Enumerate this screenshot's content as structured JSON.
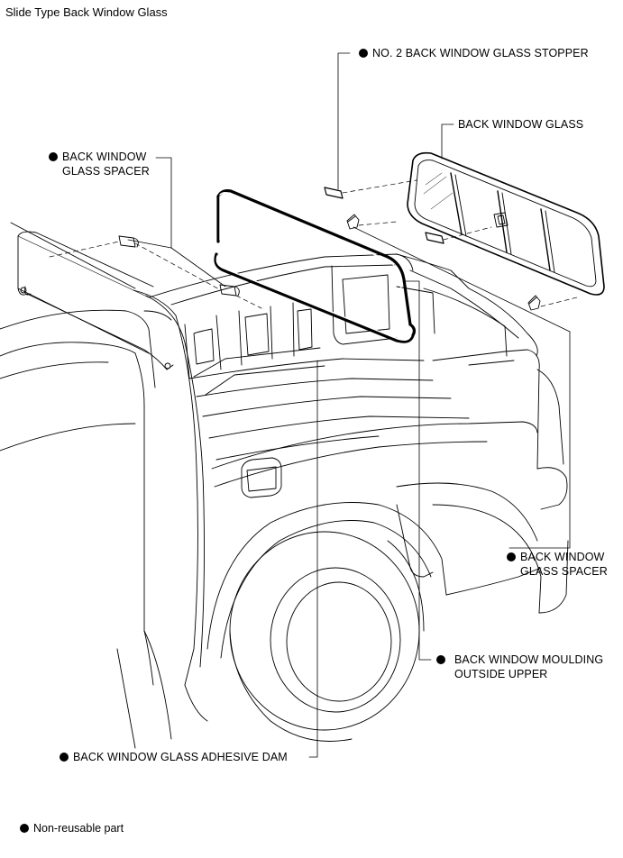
{
  "title": "Slide Type Back Window Glass",
  "labels": {
    "stopper": "NO. 2 BACK WINDOW GLASS STOPPER",
    "glass": "BACK WINDOW GLASS",
    "spacer_left": "BACK WINDOW\nGLASS SPACER",
    "spacer_right": "BACK WINDOW\nGLASS SPACER",
    "moulding": "BACK WINDOW MOULDING\nOUTSIDE UPPER",
    "adhesive_dam": "BACK WINDOW GLASS ADHESIVE DAM"
  },
  "legend": {
    "symbol": "filled-circle-icon",
    "text": "Non-reusable part"
  }
}
